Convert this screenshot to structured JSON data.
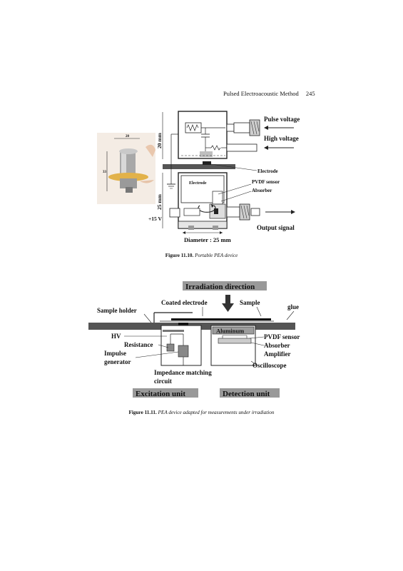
{
  "header": {
    "running_title": "Pulsed Electroacoustic Method",
    "page_number": "245"
  },
  "figure_10": {
    "photo": {
      "dim_top": "20",
      "dim_side": "33"
    },
    "dim_height_top": "20 mm",
    "dim_height_bottom": "25 mm",
    "labels": {
      "pulse_voltage": "Pulse voltage",
      "high_voltage": "High voltage",
      "electrode_right": "Electrode",
      "electrode_inner": "Electrode",
      "pvdf_sensor": "PVDF sensor",
      "absorber": "Absorber",
      "supply": "+15 V",
      "output_signal": "Output signal",
      "diameter": "Diameter : 25 mm"
    },
    "caption_num": "Figure 11.10.",
    "caption_text": "Portable PEA device"
  },
  "figure_11": {
    "labels": {
      "irradiation_direction": "Irradiation direction",
      "coated_electrode": "Coated electrode",
      "sample": "Sample",
      "glue": "glue",
      "sample_holder": "Sample holder",
      "aluminum": "Aluminum",
      "hv": "HV",
      "resistance": "Resistance",
      "impulse_generator_1": "Impulse",
      "impulse_generator_2": "generator",
      "pvdf_sensor": "PVDF sensor",
      "absorber": "Absorber",
      "amplifier": "Amplifier",
      "oscilloscope": "Oscilloscope",
      "impedance_1": "Impedance matching",
      "impedance_2": "circuit",
      "excitation_unit": "Excitation unit",
      "detection_unit": "Detection unit"
    },
    "caption_num": "Figure 11.11.",
    "caption_text": "PEA device adapted for measurements under irradiation"
  }
}
